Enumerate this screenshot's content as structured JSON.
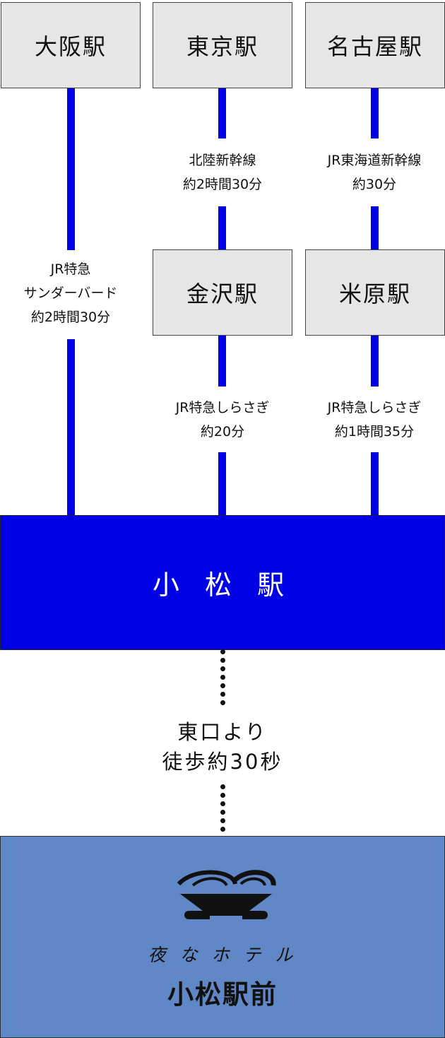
{
  "stations": {
    "osaka": "大阪駅",
    "tokyo": "東京駅",
    "nagoya": "名古屋駅",
    "kanazawa": "金沢駅",
    "maibara": "米原駅"
  },
  "routes": {
    "osaka_komatsu": {
      "line1": "JR特急",
      "line2": "サンダーバード",
      "line3": "約2時間30分"
    },
    "tokyo_kanazawa": {
      "line1": "北陸新幹線",
      "line2": "約2時間30分"
    },
    "nagoya_maibara": {
      "line1": "JR東海道新幹線",
      "line2": "約30分"
    },
    "kanazawa_komatsu": {
      "line1": "JR特急しらさぎ",
      "line2": "約20分"
    },
    "maibara_komatsu": {
      "line1": "JR特急しらさぎ",
      "line2": "約1時間35分"
    }
  },
  "hub": {
    "label": "小 松 駅"
  },
  "walk": {
    "line1": "東口より",
    "line2": "徒歩約30秒"
  },
  "hotel": {
    "brand": "夜 な ホ テ ル",
    "name": "小松駅前",
    "logo_icon": "hotel-bowl-logo-icon"
  },
  "colors": {
    "line": "#0000e6",
    "hub": "#0000e6",
    "hotel_bg": "#6088c6",
    "station_bg": "#e6e6e6"
  }
}
